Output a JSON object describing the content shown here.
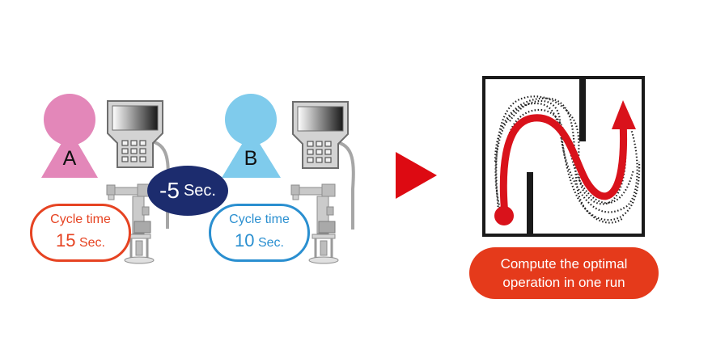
{
  "colors": {
    "person_a": "#e387b9",
    "person_b": "#7fcbec",
    "cycle_a": "#e64322",
    "cycle_b": "#2a8fd0",
    "diff_badge": "#1c2c6e",
    "arrow": "#dd0a12",
    "maze_path": "#d9121b",
    "result_pill": "#e53a1b"
  },
  "operator_a": {
    "letter": "A",
    "person_icon": "person-icon",
    "device_icon": "teach-pendant-icon",
    "robot_icon": "robot-arm-icon",
    "cycle_label": "Cycle time",
    "cycle_value": "15",
    "cycle_unit": "Sec."
  },
  "operator_b": {
    "letter": "B",
    "person_icon": "person-icon",
    "device_icon": "teach-pendant-icon",
    "robot_icon": "robot-arm-icon",
    "cycle_label": "Cycle time",
    "cycle_value": "10",
    "cycle_unit": "Sec."
  },
  "difference": {
    "value": "-5",
    "unit": "Sec."
  },
  "transition_icon": "play-arrow-icon",
  "maze": {
    "icon": "maze-icon",
    "path_icon": "optimal-path-arrow-icon"
  },
  "result": {
    "line1": "Compute the optimal",
    "line2": "operation in one run"
  }
}
